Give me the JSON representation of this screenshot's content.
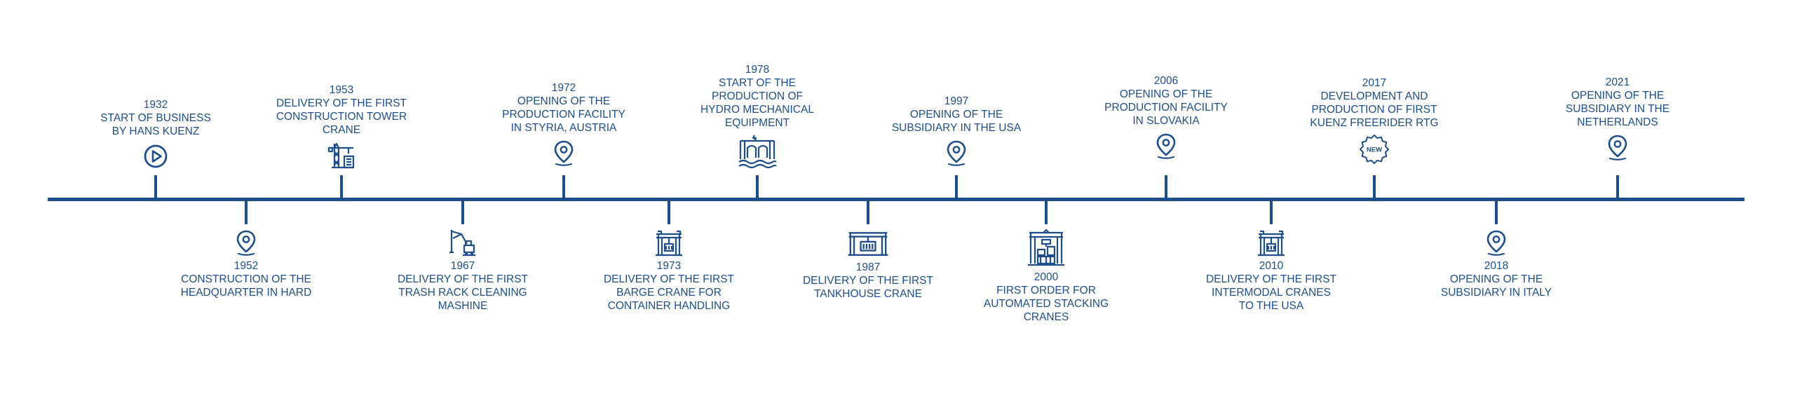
{
  "events": [
    {
      "year": "1932",
      "lines": [
        "START OF BUSINESS",
        "BY HANS KUENZ"
      ],
      "icon": "play-circle-icon",
      "side": "top"
    },
    {
      "year": "1952",
      "lines": [
        "CONSTRUCTION OF THE",
        "HEADQUARTER IN HARD"
      ],
      "icon": "location-pin-icon",
      "side": "bottom"
    },
    {
      "year": "1953",
      "lines": [
        "DELIVERY OF THE FIRST",
        "CONSTRUCTION TOWER",
        "CRANE"
      ],
      "icon": "tower-crane-icon",
      "side": "top"
    },
    {
      "year": "1967",
      "lines": [
        "DELIVERY OF THE FIRST",
        "TRASH RACK CLEANING",
        "MASHINE"
      ],
      "icon": "trash-rack-cleaner-icon",
      "side": "bottom"
    },
    {
      "year": "1972",
      "lines": [
        "OPENING OF THE",
        "PRODUCTION FACILITY",
        "IN STYRIA, AUSTRIA"
      ],
      "icon": "location-pin-icon",
      "side": "top"
    },
    {
      "year": "1973",
      "lines": [
        "DELIVERY OF THE FIRST",
        "BARGE CRANE FOR",
        "CONTAINER HANDLING"
      ],
      "icon": "gantry-crane-icon",
      "side": "bottom"
    },
    {
      "year": "1978",
      "lines": [
        "START OF THE",
        "PRODUCTION OF",
        "HYDRO MECHANICAL",
        "EQUIPMENT"
      ],
      "icon": "hydro-equipment-icon",
      "side": "top"
    },
    {
      "year": "1987",
      "lines": [
        "DELIVERY OF THE FIRST",
        "TANKHOUSE CRANE"
      ],
      "icon": "tankhouse-crane-icon",
      "side": "bottom"
    },
    {
      "year": "1997",
      "lines": [
        "OPENING OF THE",
        "SUBSIDIARY IN THE USA"
      ],
      "icon": "location-pin-icon",
      "side": "top"
    },
    {
      "year": "2000",
      "lines": [
        "FIRST ORDER FOR",
        "AUTOMATED STACKING",
        "CRANES"
      ],
      "icon": "stacking-crane-icon",
      "side": "bottom"
    },
    {
      "year": "2006",
      "lines": [
        "OPENING OF THE",
        "PRODUCTION FACILITY",
        "IN SLOVAKIA"
      ],
      "icon": "location-pin-icon",
      "side": "top"
    },
    {
      "year": "2010",
      "lines": [
        "DELIVERY OF THE FIRST",
        "INTERMODAL CRANES",
        "TO THE USA"
      ],
      "icon": "gantry-crane-icon",
      "side": "bottom"
    },
    {
      "year": "2017",
      "lines": [
        "DEVELOPMENT AND",
        "PRODUCTION OF FIRST",
        "KUENZ FREERIDER RTG"
      ],
      "icon": "new-badge-icon",
      "side": "top",
      "icon_text": "NEW"
    },
    {
      "year": "2018",
      "lines": [
        "OPENING OF THE",
        "SUBSIDIARY IN ITALY"
      ],
      "icon": "location-pin-icon",
      "side": "bottom"
    },
    {
      "year": "2021",
      "lines": [
        "OPENING OF THE",
        "SUBSIDIARY IN THE",
        "NETHERLANDS"
      ],
      "icon": "location-pin-icon",
      "side": "top"
    }
  ],
  "colors": {
    "line": "#1d4e89",
    "text": "#1d4e89"
  }
}
